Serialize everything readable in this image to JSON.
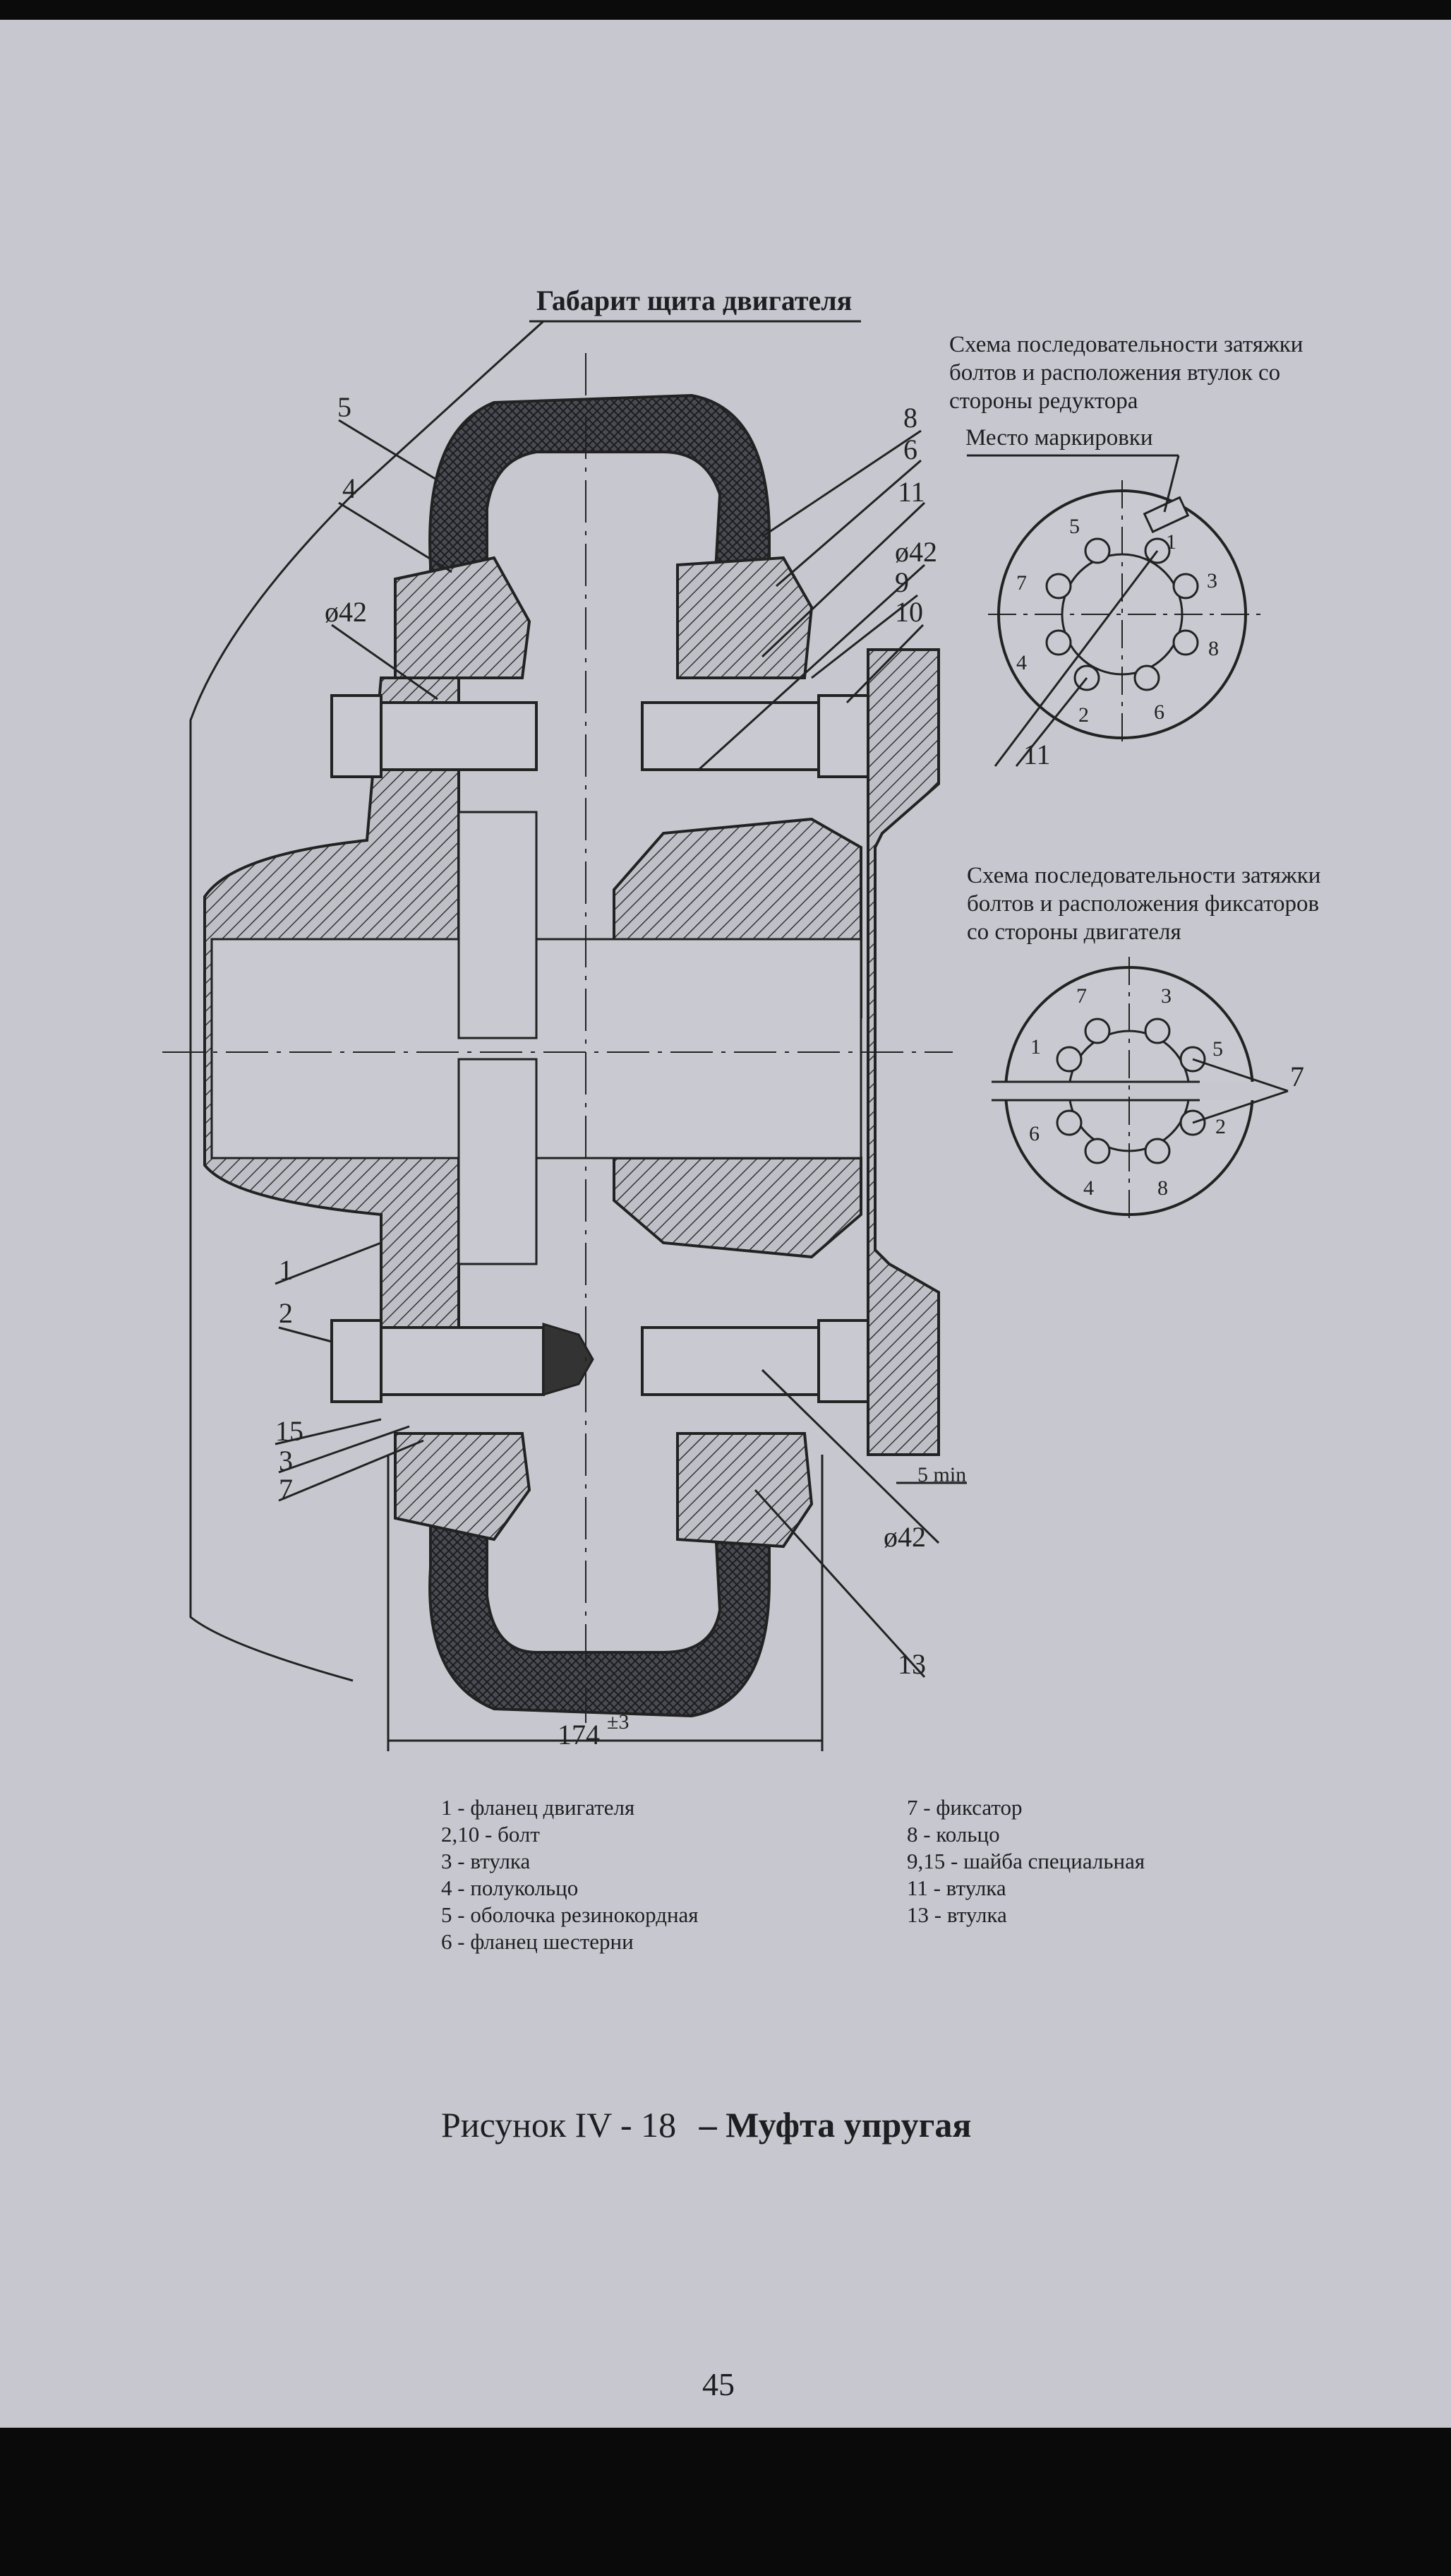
{
  "drawing": {
    "top_label": "Габарит щита двигателя",
    "scheme_gearbox": {
      "title_line1": "Схема последовательности затяжки",
      "title_line2": "болтов и расположения втулок со",
      "title_line3": "стороны редуктора",
      "mark_label": "Место маркировки",
      "bolt_numbers": [
        "1",
        "2",
        "3",
        "4",
        "5",
        "6",
        "7",
        "8"
      ],
      "callout": "11"
    },
    "scheme_motor": {
      "title_line1": "Схема последовательности затяжки",
      "title_line2": "болтов и расположения фиксаторов",
      "title_line3": "со стороны двигателя",
      "bolt_numbers": [
        "1",
        "2",
        "3",
        "4",
        "5",
        "6",
        "7",
        "8"
      ],
      "callout": "7"
    },
    "callouts": {
      "c1": "1",
      "c2": "2",
      "c3": "3",
      "c4": "4",
      "c5": "5",
      "c6": "6",
      "c7": "7",
      "c8": "8",
      "c9": "9",
      "c10": "10",
      "c11": "11",
      "c13": "13",
      "c15": "15",
      "d42_a": "ø42",
      "d42_b": "ø42",
      "d42_c": "ø42",
      "min_gap": "5 min",
      "dim_width": "174",
      "dim_tol": "±3"
    }
  },
  "legend": {
    "left": [
      "1 - фланец двигателя",
      "2,10 - болт",
      "3 - втулка",
      "4 - полукольцо",
      "5 - оболочка резинокордная",
      "6 - фланец шестерни"
    ],
    "right": [
      "7 - фиксатор",
      "8 - кольцо",
      "9,15 - шайба специальная",
      "11 - втулка",
      "13 - втулка"
    ]
  },
  "caption": {
    "prefix": "Рисунок IV - 18",
    "title": "– Муфта упругая"
  },
  "page_number": "45",
  "colors": {
    "paper": "#c7c8cf",
    "ink": "#222222",
    "background": "#0b0b0b"
  }
}
